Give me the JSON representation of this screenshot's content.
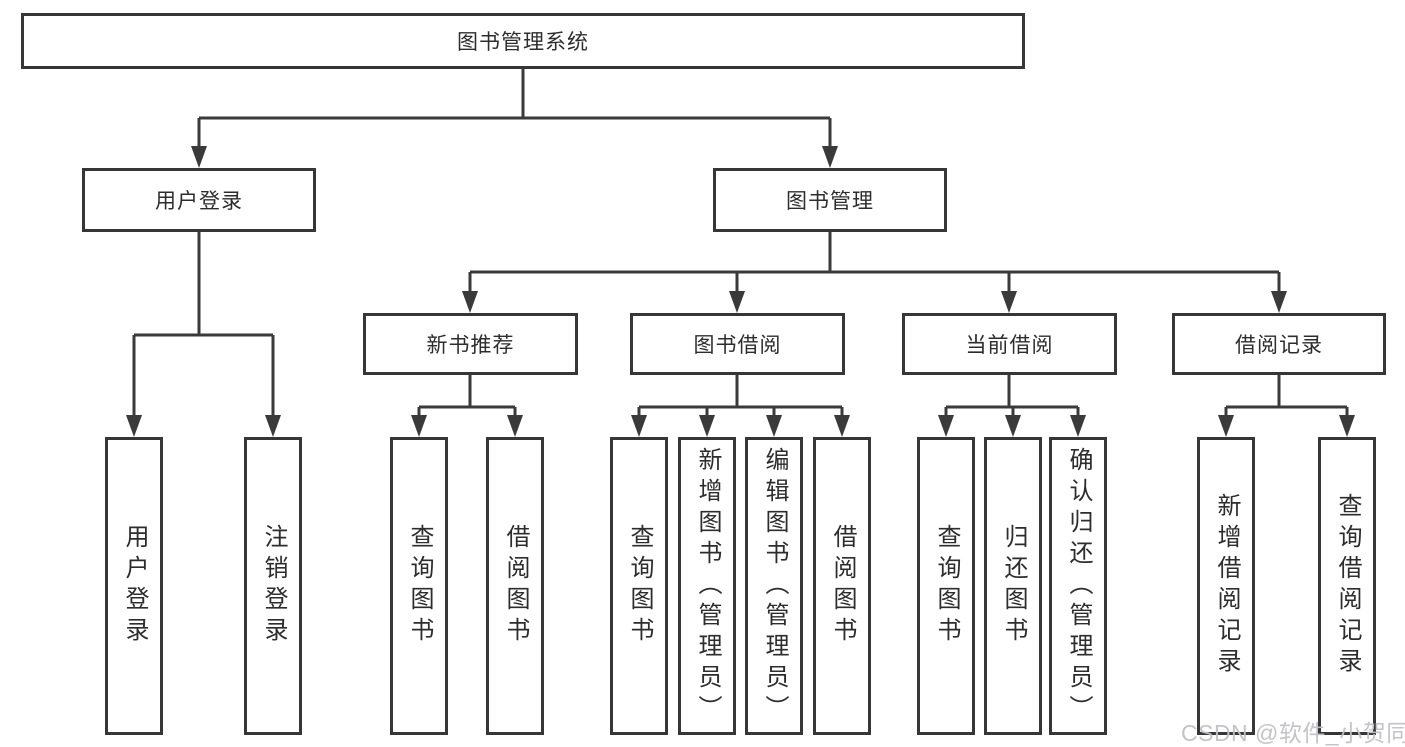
{
  "diagram": {
    "root": {
      "label": "图书管理系统"
    },
    "level2": [
      {
        "label": "用户登录"
      },
      {
        "label": "图书管理"
      }
    ],
    "level3": [
      {
        "label": "新书推荐",
        "parent": "图书管理"
      },
      {
        "label": "图书借阅",
        "parent": "图书管理"
      },
      {
        "label": "当前借阅",
        "parent": "图书管理"
      },
      {
        "label": "借阅记录",
        "parent": "图书管理"
      }
    ],
    "leaves": [
      {
        "label": "用户登录",
        "parent": "用户登录"
      },
      {
        "label": "注销登录",
        "parent": "用户登录"
      },
      {
        "label": "查询图书",
        "parent": "新书推荐"
      },
      {
        "label": "借阅图书",
        "parent": "新书推荐"
      },
      {
        "label": "查询图书",
        "parent": "图书借阅"
      },
      {
        "label": "新增图书（管理员）",
        "parent": "图书借阅"
      },
      {
        "label": "编辑图书（管理员）",
        "parent": "图书借阅"
      },
      {
        "label": "借阅图书",
        "parent": "图书借阅"
      },
      {
        "label": "查询图书",
        "parent": "当前借阅"
      },
      {
        "label": "归还图书",
        "parent": "当前借阅"
      },
      {
        "label": "确认归还（管理员）",
        "parent": "当前借阅"
      },
      {
        "label": "新增借阅记录",
        "parent": "借阅记录"
      },
      {
        "label": "查询借阅记录",
        "parent": "借阅记录"
      }
    ]
  },
  "watermark": {
    "text": "CSDN @软件_小贺同学"
  },
  "colors": {
    "line": "#3a3a3a",
    "border": "#363636",
    "text": "#2d2d2d",
    "watermark": "#c0c0c6",
    "background": "#ffffff"
  }
}
